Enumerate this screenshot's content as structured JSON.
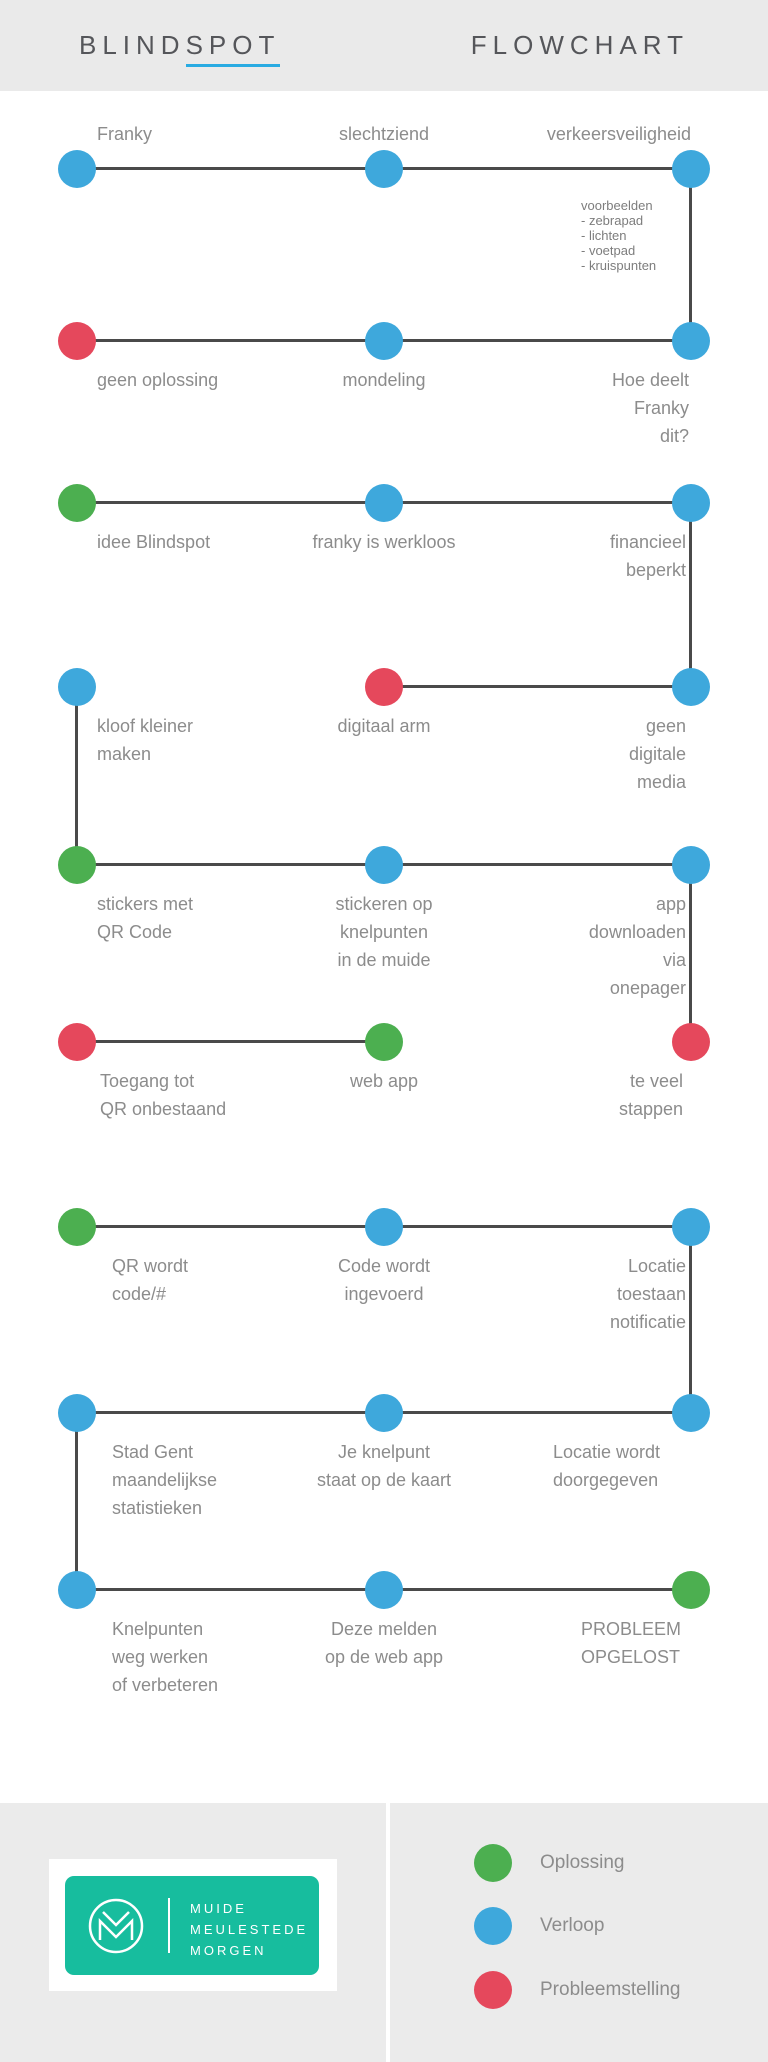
{
  "header": {
    "brand_prefix": "BLIND",
    "brand_underlined": "SPOT",
    "title": "FLOWCHART"
  },
  "flow": {
    "rows": [
      {
        "nodes": [
          {
            "label": "Franky",
            "type": "verloop"
          },
          {
            "label": "slechtziend",
            "type": "verloop"
          },
          {
            "label": "verkeersveiligheid",
            "type": "verloop"
          }
        ]
      },
      {
        "nodes": [
          {
            "label": "geen oplossing",
            "type": "probleemstelling"
          },
          {
            "label": "mondeling",
            "type": "verloop"
          },
          {
            "label": "Hoe deelt\nFranky dit?",
            "type": "verloop"
          }
        ]
      },
      {
        "nodes": [
          {
            "label": "idee Blindspot",
            "type": "oplossing"
          },
          {
            "label": "franky is werkloos",
            "type": "verloop"
          },
          {
            "label": "financieel beperkt",
            "type": "verloop"
          }
        ]
      },
      {
        "nodes": [
          {
            "label": "kloof kleiner\nmaken",
            "type": "verloop"
          },
          {
            "label": "digitaal arm",
            "type": "probleemstelling"
          },
          {
            "label": "geen digitale\nmedia",
            "type": "verloop"
          }
        ]
      },
      {
        "nodes": [
          {
            "label": "stickers met\nQR Code",
            "type": "oplossing"
          },
          {
            "label": "stickeren op\nknelpunten\nin de muide",
            "type": "verloop"
          },
          {
            "label": "app downloaden\nvia onepager",
            "type": "verloop"
          }
        ]
      },
      {
        "nodes": [
          {
            "label": "Toegang tot\nQR onbestaand",
            "type": "probleemstelling"
          },
          {
            "label": "web app",
            "type": "oplossing"
          },
          {
            "label": "te veel stappen",
            "type": "probleemstelling"
          }
        ]
      },
      {
        "nodes": [
          {
            "label": "QR wordt\ncode/#",
            "type": "oplossing"
          },
          {
            "label": "Code wordt\ningevoerd",
            "type": "verloop"
          },
          {
            "label": "Locatie toestaan\nnotificatie",
            "type": "verloop"
          }
        ]
      },
      {
        "nodes": [
          {
            "label": "Stad Gent\nmaandelijkse\nstatistieken",
            "type": "verloop"
          },
          {
            "label": "Je knelpunt\nstaat op de kaart",
            "type": "verloop"
          },
          {
            "label": "Locatie wordt\ndoorgegeven",
            "type": "verloop"
          }
        ]
      },
      {
        "nodes": [
          {
            "label": "Knelpunten\nweg werken\nof verbeteren",
            "type": "verloop"
          },
          {
            "label": "Deze melden\nop de web app",
            "type": "verloop"
          },
          {
            "label": "PROBLEEM\nOPGELOST",
            "type": "oplossing"
          }
        ]
      }
    ],
    "annotation": {
      "title": "voorbeelden",
      "items": [
        "- zebrapad",
        "- lichten",
        "- voetpad",
        "- kruispunten"
      ]
    }
  },
  "legend": {
    "items": [
      {
        "label": "Oplossing",
        "type": "oplossing"
      },
      {
        "label": "Verloop",
        "type": "verloop"
      },
      {
        "label": "Probleemstelling",
        "type": "probleemstelling"
      }
    ]
  },
  "logo": {
    "lines": [
      "MUIDE",
      "MEULESTEDE",
      "MORGEN"
    ]
  },
  "colors": {
    "oplossing": "#4CAF50",
    "verloop": "#3EA8DC",
    "probleemstelling": "#E5485C",
    "brand_teal": "#17BD9E",
    "underline_blue": "#29ABE2",
    "connector": "#4A4A4A"
  }
}
